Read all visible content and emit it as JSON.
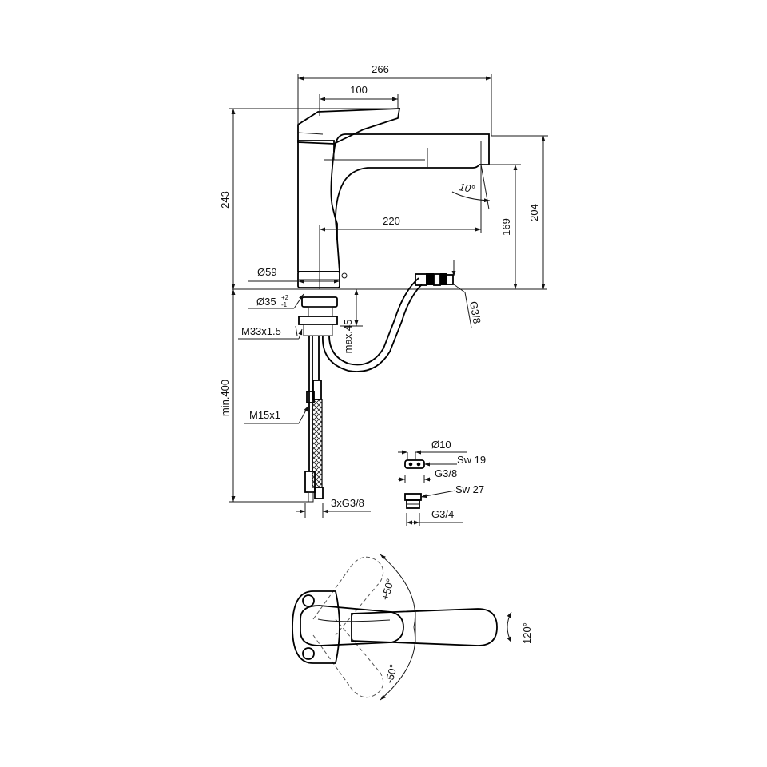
{
  "dimensions": {
    "overall_width": "266",
    "lever_width": "100",
    "spout_reach": "220",
    "total_height": "243",
    "spout_height": "204",
    "outlet_height": "169",
    "spray_angle": "10°",
    "base_diameter": "Ø59",
    "hole_diameter": "Ø35",
    "hole_tol_plus": "+2",
    "hole_tol_minus": "-1",
    "thread": "M33x1.5",
    "max_deck": "max.45",
    "min_hose": "min.400",
    "hose_thread": "M15x1",
    "connection": "3xG3/8",
    "outlet_thread": "G3/8"
  },
  "fittings": {
    "pin_diameter": "Ø10",
    "sw19": "Sw 19",
    "g38": "G3/8",
    "sw27": "Sw 27",
    "g34": "G3/4"
  },
  "rotation": {
    "plus": "+50°",
    "minus": "-50°",
    "swivel": "120°"
  }
}
